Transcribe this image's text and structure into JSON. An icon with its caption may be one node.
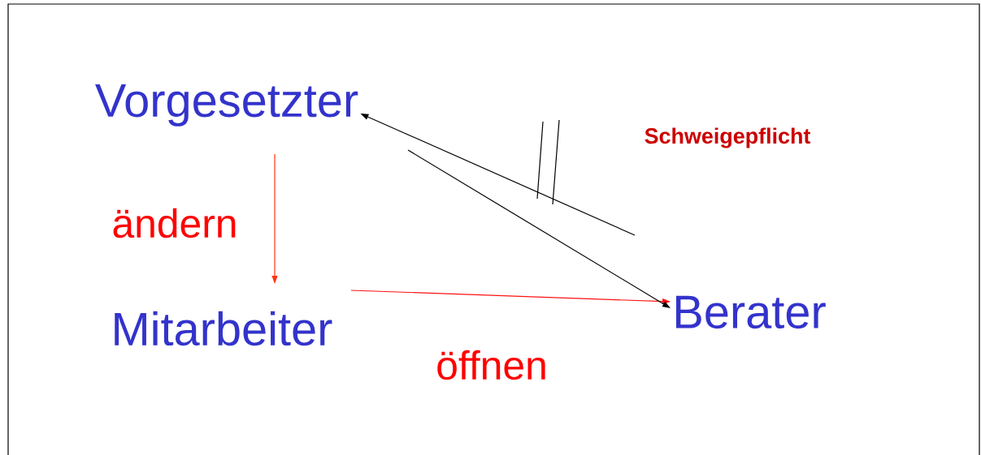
{
  "diagram": {
    "nodes": [
      {
        "text": [
          "Vorgesetzter"
        ]
      },
      {
        "text": [
          "Mitarbeiter"
        ]
      },
      {
        "text": [
          "Berater"
        ]
      }
    ],
    "edges": [
      {
        "from": 0,
        "to": 1,
        "arrow": "to",
        "label": "ändern",
        "color": "#ff3311"
      },
      {
        "from": 1,
        "to": 2,
        "arrow": "to",
        "label": "öffnen",
        "color": "#ff1111"
      },
      {
        "from": 0,
        "to": 2,
        "arrow": "to"
      },
      {
        "from": 2,
        "to": 0,
        "arrow": "to",
        "label": "Schweigepflicht"
      }
    ]
  }
}
